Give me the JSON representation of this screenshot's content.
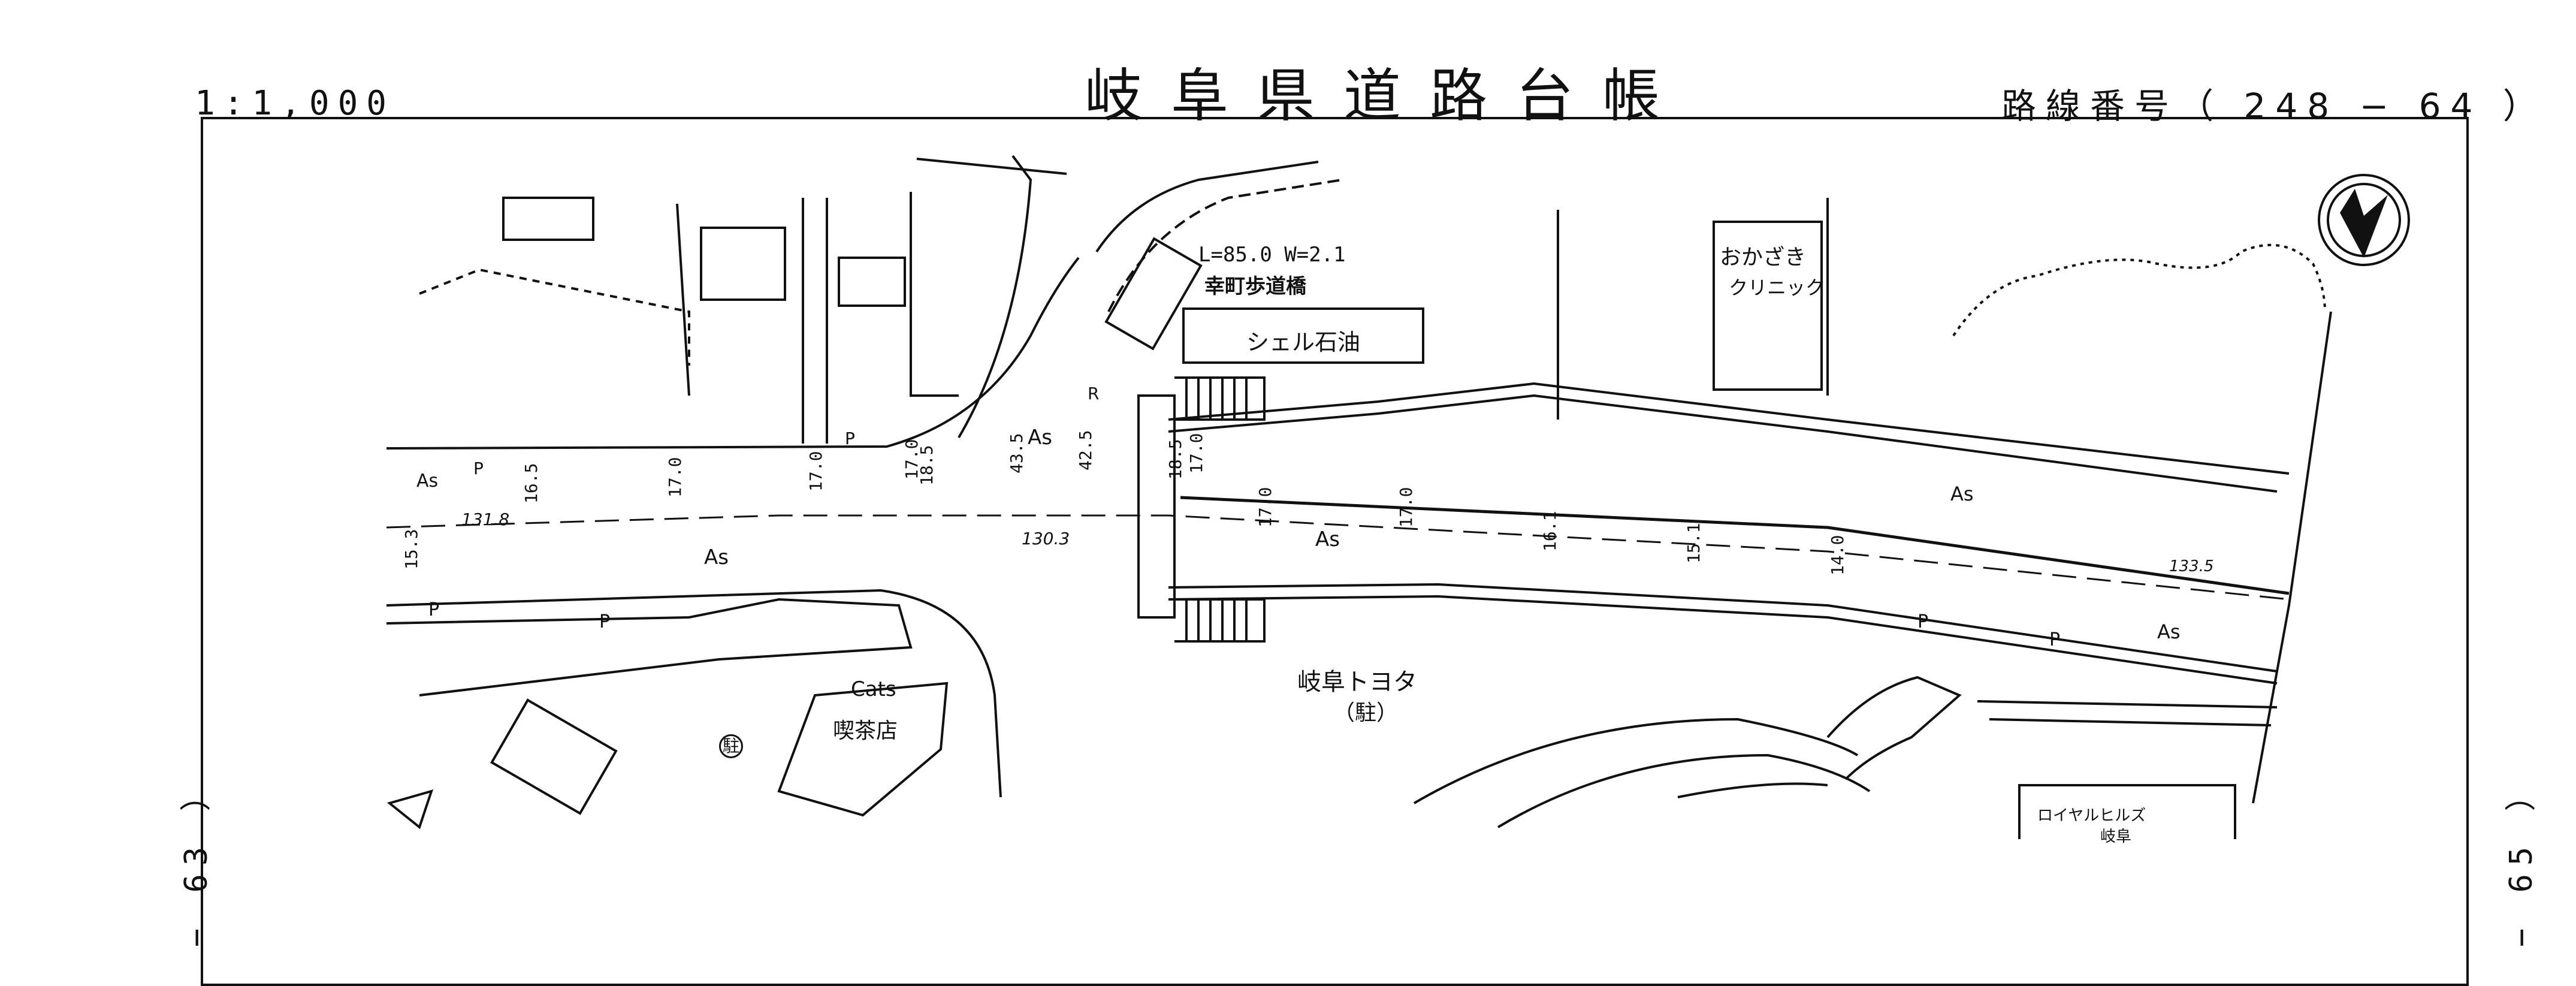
{
  "header": {
    "scale": "1:1,000",
    "title": "岐阜県道路台帳",
    "route": "路線番号（ 248 − 64 ）"
  },
  "sides": {
    "left": "− 63 ）",
    "right": "− 65 ）"
  },
  "map": {
    "road_surface": "As",
    "parking_symbol": "P",
    "labels": {
      "bridge_dims": "L=85.0  W=2.1",
      "bridge_name": "幸町歩道橋",
      "shell": "シェル石油",
      "clinic_1": "おかざき",
      "clinic_2": "クリニック",
      "cafe_1": "Cats",
      "cafe_2": "喫茶店",
      "toyota_1": "岐阜トヨタ",
      "toyota_2": "（駐）",
      "royal_1": "ロイヤルヒルズ",
      "royal_2": "岐阜",
      "parking_circle": "駐",
      "curve_r": "R"
    },
    "elevations": [
      "131.8",
      "130.3",
      "133.5"
    ],
    "widths": [
      "15.3",
      "16.5",
      "17.0",
      "17.0",
      "17.0",
      "18.5",
      "43.5",
      "42.5",
      "18.5",
      "17.0",
      "17.0",
      "17.0",
      "16.1",
      "15.1",
      "14.0"
    ]
  }
}
